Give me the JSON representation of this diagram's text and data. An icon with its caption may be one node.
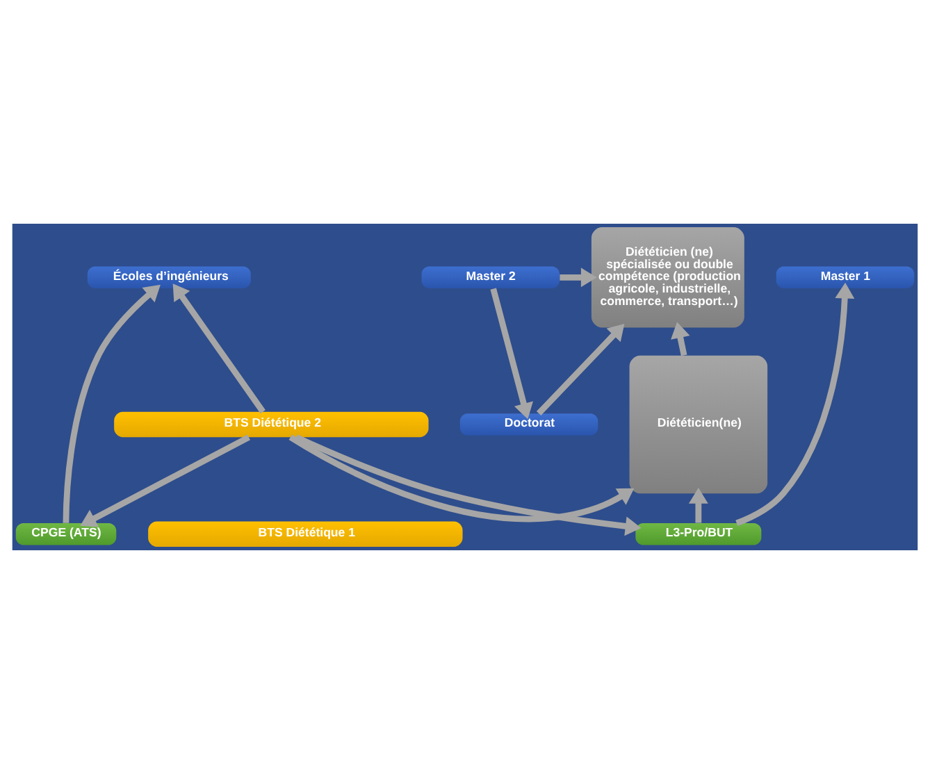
{
  "diagram": {
    "nodes": [
      {
        "text": [
          "Doctorat"
        ]
      },
      {
        "text": [
          "Diététicien (ne) spécialisée ou double compétence (production agricole, industrielle, commerce, transport…)"
        ]
      },
      {
        "text": [
          "Master 2"
        ]
      },
      {
        "text": [
          "Écoles d’ingénieurs"
        ]
      },
      {
        "text": [
          "Master 1"
        ]
      },
      {
        "text": [
          "CPGE (ATS)"
        ]
      },
      {
        "text": [
          "L3-Pro/BUT"
        ]
      },
      {
        "text": [
          "Diététicien(ne)"
        ]
      },
      {
        "text": [
          "BTS Diététique 2"
        ]
      },
      {
        "text": [
          "BTS Diététique 1"
        ]
      }
    ],
    "edges": [
      {
        "from": 0,
        "to": 1,
        "arrow": "to"
      },
      {
        "from": 2,
        "to": 0,
        "arrow": "to"
      },
      {
        "from": 2,
        "to": 1,
        "arrow": "to"
      },
      {
        "from": 5,
        "to": 3,
        "arrow": "to"
      },
      {
        "from": 6,
        "to": 4,
        "arrow": "to"
      },
      {
        "from": 6,
        "to": 7,
        "arrow": "to"
      },
      {
        "from": 8,
        "to": 3,
        "arrow": "to"
      },
      {
        "from": 8,
        "to": 5,
        "arrow": "to"
      },
      {
        "from": 8,
        "to": 6,
        "arrow": "to"
      },
      {
        "from": 8,
        "to": 7,
        "arrow": "to"
      },
      {
        "from": 7,
        "to": 1,
        "arrow": "to"
      }
    ]
  }
}
